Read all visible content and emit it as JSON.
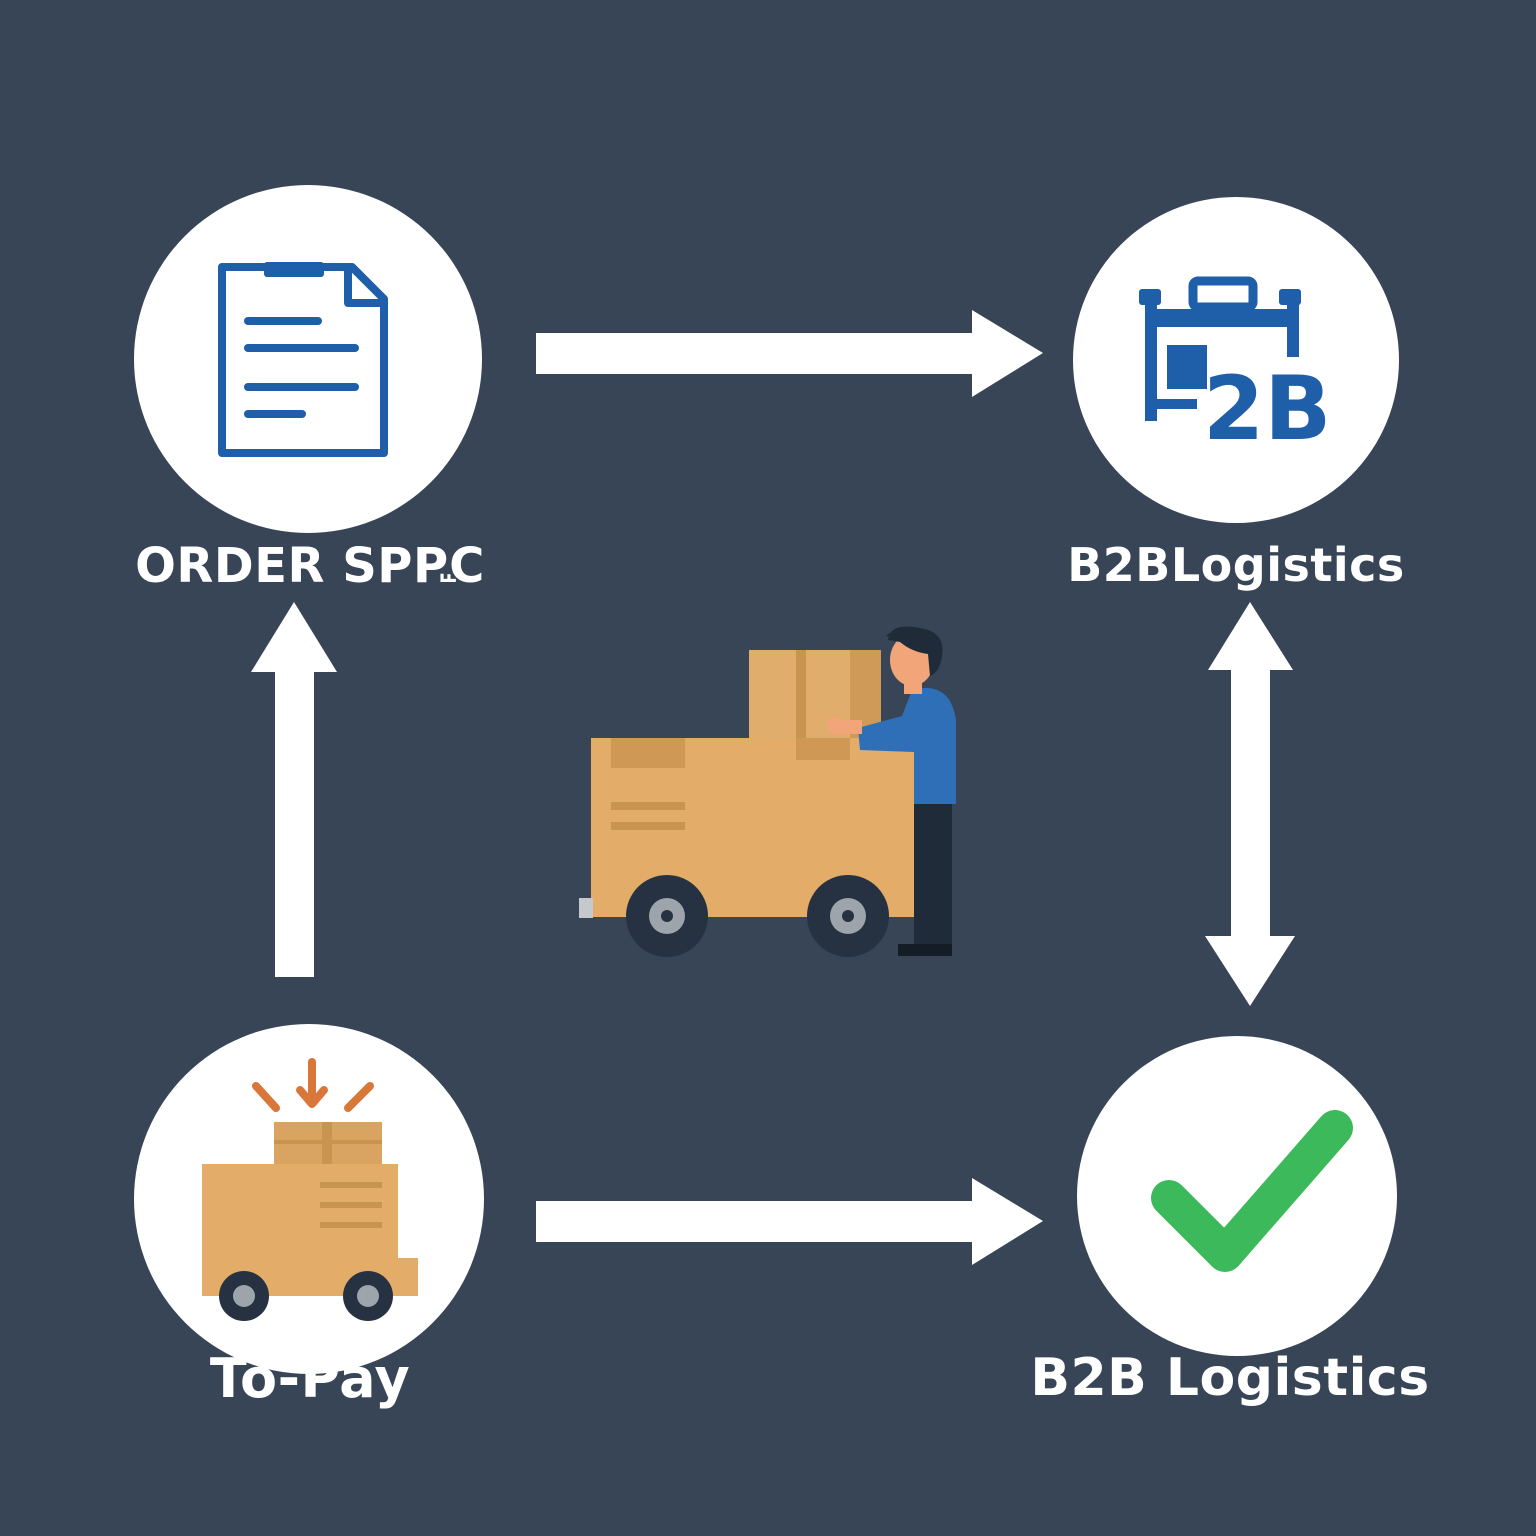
{
  "colors": {
    "background": "#374556",
    "node_fill": "#ffffff",
    "arrow": "#ffffff",
    "icon_blue": "#1f5ea8",
    "box_tan": "#e3ac68",
    "box_shadow": "#c99350",
    "burst_orange": "#d9773a",
    "wheel_dark": "#263241",
    "check_green": "#3cb95a",
    "shirt_blue": "#2f6fb7",
    "skin": "#f2a578"
  },
  "nodes": {
    "order": {
      "label": "ORDER SPP꜡C",
      "icon": "document-icon"
    },
    "b2b_top": {
      "label": "B2BLogistics",
      "icon": "b2b-icon",
      "icon_text": "2B"
    },
    "topay": {
      "label": "To-Pay",
      "icon": "delivery-truck-icon"
    },
    "b2b_bottom": {
      "label": "B2B Logistics",
      "icon": "checkmark-icon"
    }
  },
  "center": {
    "icon": "delivery-person-cart-icon"
  },
  "edges": [
    {
      "from": "order",
      "to": "b2b_top",
      "direction": "forward"
    },
    {
      "from": "b2b_top",
      "to": "b2b_bottom",
      "direction": "both"
    },
    {
      "from": "topay",
      "to": "b2b_bottom",
      "direction": "forward"
    },
    {
      "from": "topay",
      "to": "order",
      "direction": "forward"
    }
  ]
}
